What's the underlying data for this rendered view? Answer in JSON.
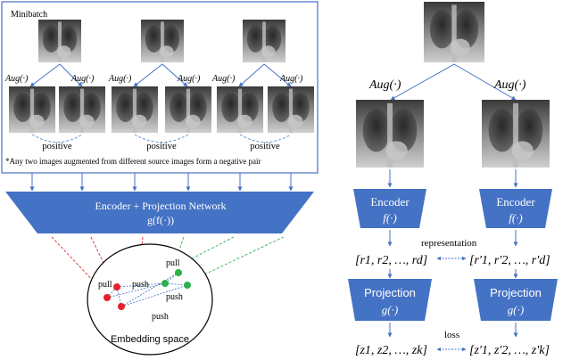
{
  "minibatch": {
    "title": "Minibatch",
    "aug_label": "Aug(·)",
    "positive_label": "positive",
    "negative_note": "*Any two images augmented from different source images form a negative pair"
  },
  "network": {
    "line1": "Encoder + Projection Network",
    "line2": "g(f(·))"
  },
  "embedding": {
    "label": "Embedding space",
    "pull": "pull",
    "push": "push"
  },
  "pipeline": {
    "aug_label": "Aug(·)",
    "encoder_title": "Encoder",
    "encoder_fn": "f(·)",
    "representation_label": "representation",
    "r_left": "[r1, r2, …, rd]",
    "r_right": "[r'1, r'2, …, r'd]",
    "projection_title": "Projection",
    "projection_fn": "g(·)",
    "loss_label": "loss",
    "z_left": "[z1, z2, …, zk]",
    "z_right": "[z'1, z'2, …, z'k]"
  },
  "colors": {
    "block": "#4472C4",
    "arrow": "#5B9BD5",
    "red": "#E8202A",
    "green": "#2DB24B"
  }
}
